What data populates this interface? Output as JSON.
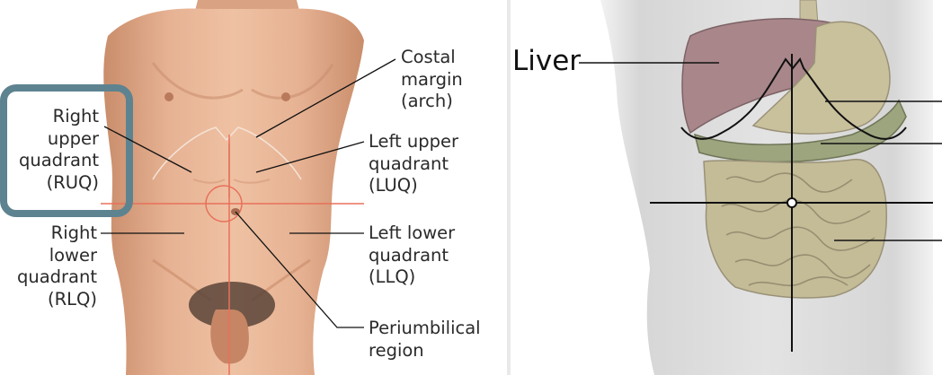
{
  "left_diagram": {
    "labels": {
      "costal_margin": [
        "Costal",
        "margin",
        "(arch)"
      ],
      "ruq": [
        "Right",
        "upper",
        "quadrant",
        "(RUQ)"
      ],
      "luq": [
        "Left upper",
        "quadrant",
        "(LUQ)"
      ],
      "rlq": [
        "Right",
        "lower",
        "quadrant",
        "(RLQ)"
      ],
      "llq": [
        "Left lower",
        "quadrant",
        "(LLQ)"
      ],
      "periumbilical": [
        "Periumbilical",
        "region"
      ]
    },
    "colors": {
      "skin": "#e2ad8d",
      "skin_shadow": "#c88966",
      "quadrant_lines": "#e8705a",
      "highlight_box": "#5e8390",
      "leader_lines": "#111111"
    }
  },
  "right_diagram": {
    "labels": {
      "liver": "Liver"
    },
    "colors": {
      "body": "#d5d5d5",
      "liver": "#a8868a",
      "stomach": "#c9c09c",
      "colon": "#9ca57e",
      "intestine": "#c4bb97",
      "outline": "#111111"
    }
  }
}
